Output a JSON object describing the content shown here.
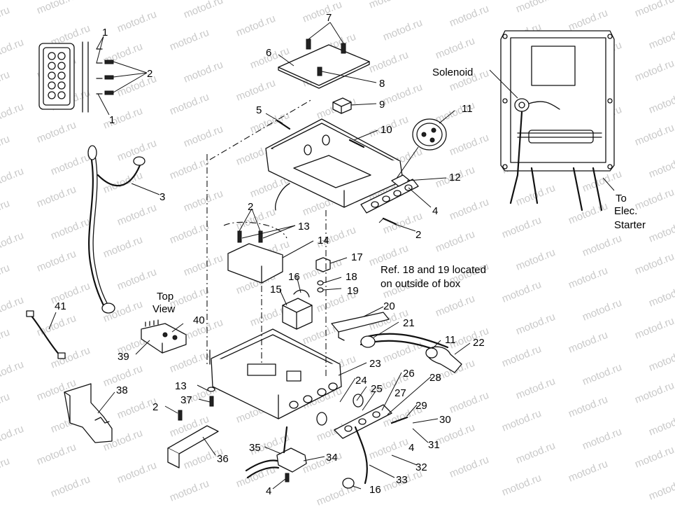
{
  "watermark": "motod.ru",
  "callouts": {
    "c1a": "1",
    "c1b": "1",
    "c2a": "2",
    "c2b": "2",
    "c2c": "2",
    "c2d": "2",
    "c3": "3",
    "c4a": "4",
    "c4b": "4",
    "c4c": "4",
    "c5": "5",
    "c6": "6",
    "c7": "7",
    "c8": "8",
    "c9": "9",
    "c10": "10",
    "c11a": "11",
    "c11b": "11",
    "c12": "12",
    "c13a": "13",
    "c13b": "13",
    "c14": "14",
    "c15": "15",
    "c16a": "16",
    "c16b": "16",
    "c17": "17",
    "c18": "18",
    "c19": "19",
    "c20": "20",
    "c21": "21",
    "c22": "22",
    "c23": "23",
    "c24": "24",
    "c25": "25",
    "c26": "26",
    "c27": "27",
    "c28": "28",
    "c29": "29",
    "c30": "30",
    "c31": "31",
    "c32": "32",
    "c33": "33",
    "c34": "34",
    "c35": "35",
    "c36": "36",
    "c37": "37",
    "c38": "38",
    "c39": "39",
    "c40": "40",
    "c41": "41"
  },
  "notes": {
    "solenoid": "Solenoid",
    "top": "Top",
    "view": "View",
    "ref_line1": "Ref. 18 and 19 located",
    "ref_line2": "on outside of box",
    "to": "To",
    "elec": "Elec.",
    "starter": "Starter"
  }
}
